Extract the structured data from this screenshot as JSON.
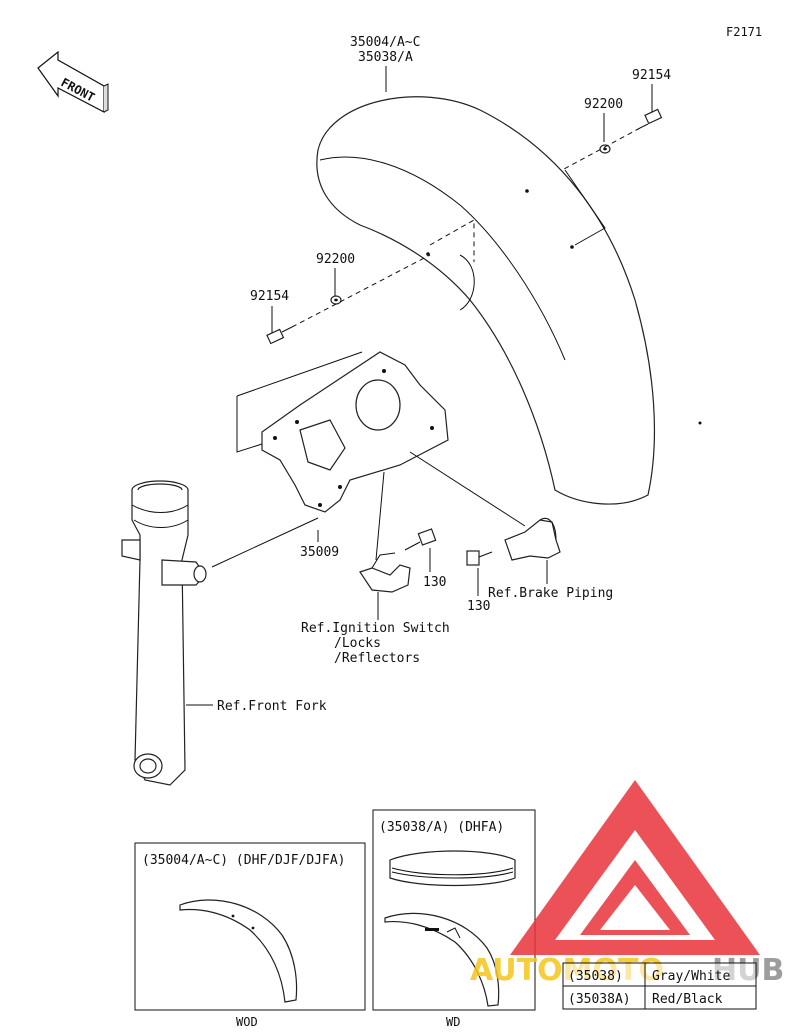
{
  "figure_code": "F2171",
  "front_label": "FRONT",
  "callouts": {
    "fender_a": "35004/A~C",
    "fender_b": "35038/A",
    "washer_right": "92200",
    "bolt_right": "92154",
    "washer_left": "92200",
    "bolt_left": "92154",
    "bracket": "35009",
    "bolt_center": "130",
    "bolt_lower": "130",
    "ref_brake": "Ref.Brake Piping",
    "ref_ignition_1": "Ref.Ignition Switch",
    "ref_ignition_2": "/Locks",
    "ref_ignition_3": "/Reflectors",
    "ref_fork": "Ref.Front Fork"
  },
  "inset_left": {
    "header": "(35004/A~C)  (DHF/DJF/DJFA)",
    "caption": "WOD"
  },
  "inset_right": {
    "header": "(35038/A)    (DHFA)",
    "caption": "WD"
  },
  "color_table": [
    {
      "part": "(35038)",
      "color": "Gray/White"
    },
    {
      "part": "(35038A)",
      "color": "Red/Black"
    }
  ],
  "watermark": {
    "text_a": "AUTOMOTO",
    "text_b": "HUB",
    "colors": {
      "red": "#e8333a",
      "yellow": "#f5c518",
      "grey": "#8c8c8c"
    }
  }
}
